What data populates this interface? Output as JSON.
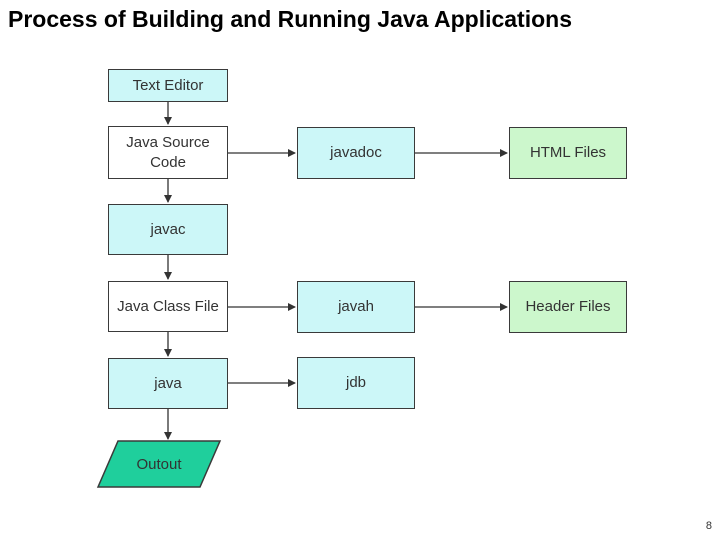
{
  "title": "Process of Building and Running Java Applications",
  "nodes": {
    "text_editor": "Text Editor",
    "java_source_code": "Java Source Code",
    "javac": "javac",
    "java_class_file": "Java Class File",
    "java": "java",
    "output": "Outout",
    "javadoc": "javadoc",
    "javah": "javah",
    "jdb": "jdb",
    "html_files": "HTML Files",
    "header_files": "Header Files"
  },
  "edges": [
    {
      "from": "text_editor",
      "to": "java_source_code"
    },
    {
      "from": "java_source_code",
      "to": "javac"
    },
    {
      "from": "javac",
      "to": "java_class_file"
    },
    {
      "from": "java_class_file",
      "to": "java"
    },
    {
      "from": "java",
      "to": "output"
    },
    {
      "from": "java_source_code",
      "to": "javadoc"
    },
    {
      "from": "javadoc",
      "to": "html_files"
    },
    {
      "from": "java_class_file",
      "to": "javah"
    },
    {
      "from": "javah",
      "to": "header_files"
    },
    {
      "from": "java",
      "to": "jdb"
    }
  ],
  "colors": {
    "tool_box": "#ccf7f8",
    "file_box": "#ffffff",
    "output_file_box": "#ccf7cc",
    "output_shape": "#1fcf9c",
    "border": "#3a3a3a"
  },
  "page_number": "8"
}
